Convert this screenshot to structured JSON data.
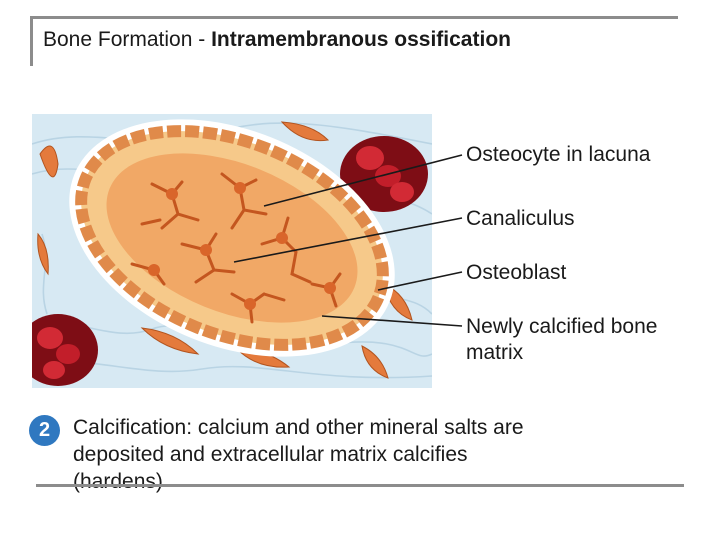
{
  "title": {
    "prefix": "Bone Formation - ",
    "emphasis": "Intramembranous ossification"
  },
  "labels": [
    {
      "text": "Osteocyte in lacuna"
    },
    {
      "text": "Canaliculus"
    },
    {
      "text": "Osteoblast"
    },
    {
      "text": "Newly calcified bone matrix"
    }
  ],
  "step": {
    "number": "2",
    "caption": "Calcification: calcium and other mineral salts are deposited and extracellular matrix calcifies (hardens)"
  },
  "colors": {
    "background_tissue": "#d7e9f3",
    "matrix": "#f6c98a",
    "cells": "#e47a3c",
    "blood": "#b0141e",
    "badge": "#2f78c0",
    "rule": "#8c8c8c"
  }
}
